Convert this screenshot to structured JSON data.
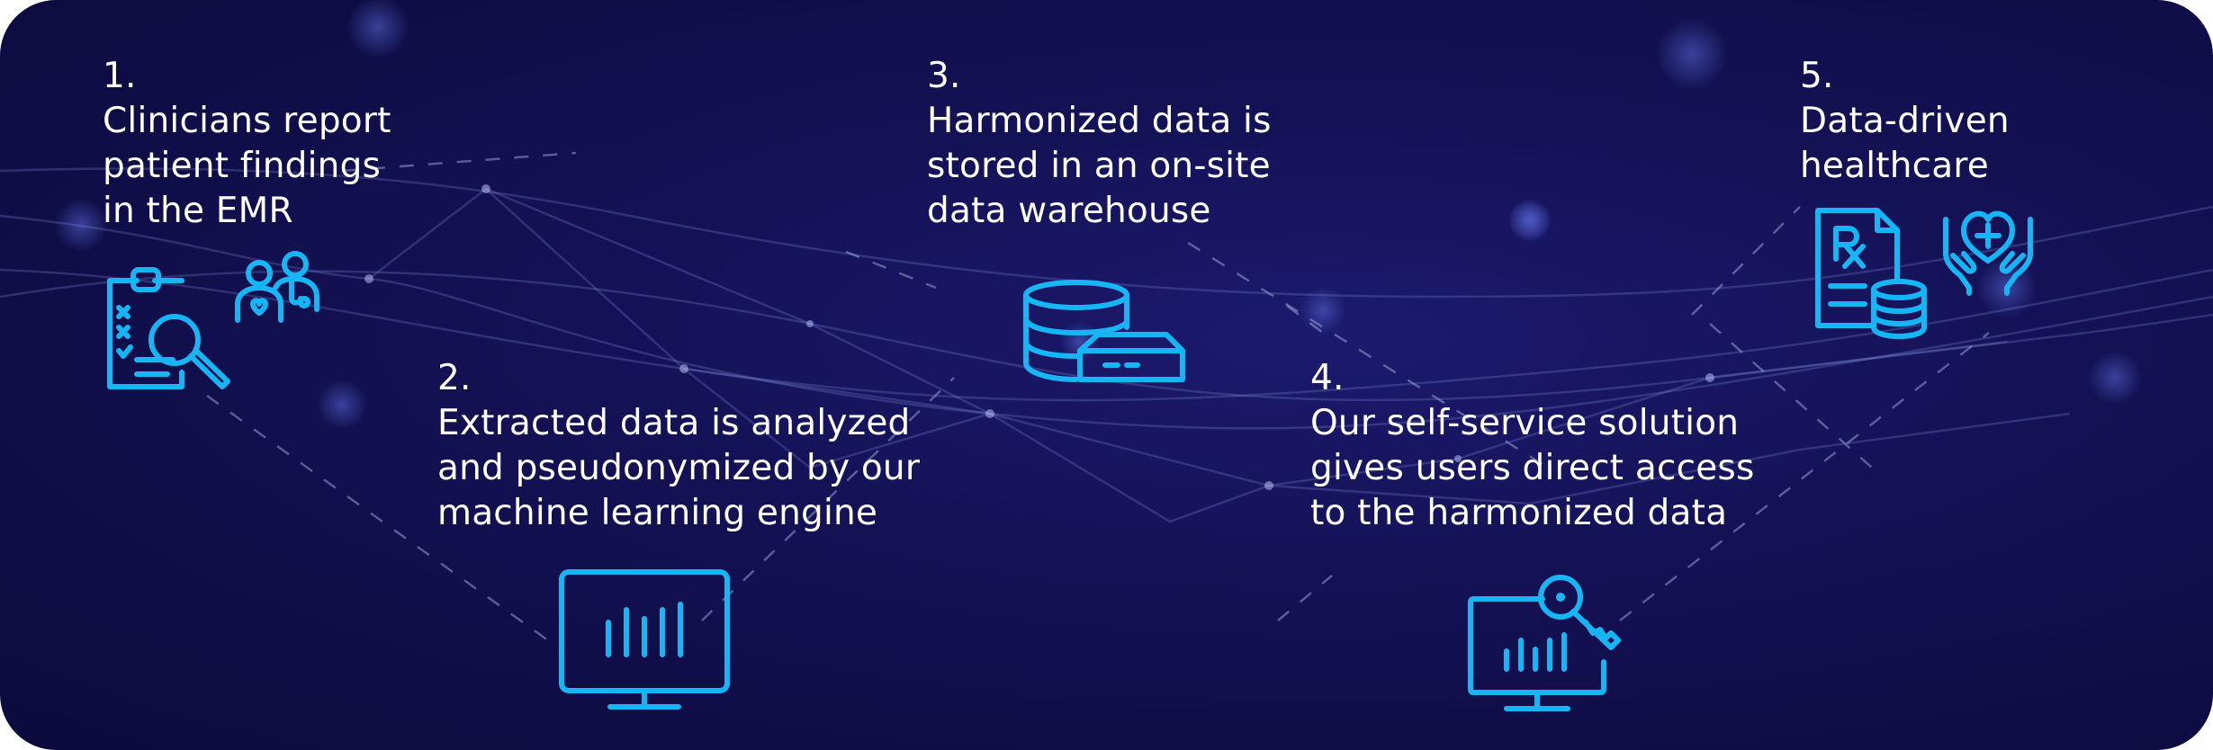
{
  "steps": [
    {
      "number": "1.",
      "lines": [
        "Clinicians report",
        "patient findings",
        "in the EMR"
      ]
    },
    {
      "number": "2.",
      "lines": [
        "Extracted data is analyzed",
        "and pseudonymized by our",
        "machine learning engine"
      ]
    },
    {
      "number": "3.",
      "lines": [
        "Harmonized data is",
        "stored in an on-site",
        "data warehouse"
      ]
    },
    {
      "number": "4.",
      "lines": [
        "Our self-service solution",
        "gives users direct access",
        "to the harmonized data"
      ]
    },
    {
      "number": "5.",
      "lines": [
        "Data-driven",
        "healthcare"
      ]
    }
  ],
  "icons": {
    "step1": [
      "clipboard-magnifier-icon",
      "patient-doctor-icon"
    ],
    "step2": "monitor-chart-icon",
    "step3": "database-server-icon",
    "step4": "monitor-chart-key-icon",
    "step5": [
      "prescription-database-icon",
      "hands-heart-icon"
    ]
  },
  "colors": {
    "background": "#141255",
    "accent": "#16b6f5",
    "text": "#ffffff"
  }
}
